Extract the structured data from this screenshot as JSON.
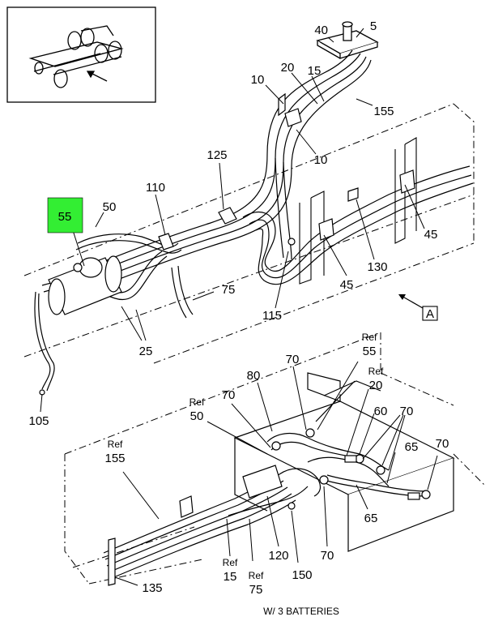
{
  "highlight_color": "#33ee33",
  "highlighted_callout": "55",
  "view_marker": "A",
  "caption": "W/ 3 BATTERIES",
  "upper_callouts": [
    "5",
    "40",
    "20",
    "15",
    "10",
    "155",
    "10",
    "125",
    "110",
    "50",
    "55",
    "75",
    "115",
    "45",
    "130",
    "45",
    "25",
    "105"
  ],
  "lower_callouts": {
    "ref_55_word": "Ref",
    "ref_55_num": "55",
    "ref_20_word": "Ref",
    "ref_20_num": "20",
    "ref_50_word": "Ref",
    "ref_50_num": "50",
    "ref_155_word": "Ref",
    "ref_155_num": "155",
    "ref_15_word": "Ref",
    "ref_15_num": "15",
    "ref_75_word": "Ref",
    "ref_75_num": "75",
    "c70a": "70",
    "c70b": "70",
    "c80": "80",
    "c60": "60",
    "c70c": "70",
    "c65a": "65",
    "c70d": "70",
    "c65b": "65",
    "c70e": "70",
    "c120": "120",
    "c150": "150",
    "c135": "135"
  }
}
